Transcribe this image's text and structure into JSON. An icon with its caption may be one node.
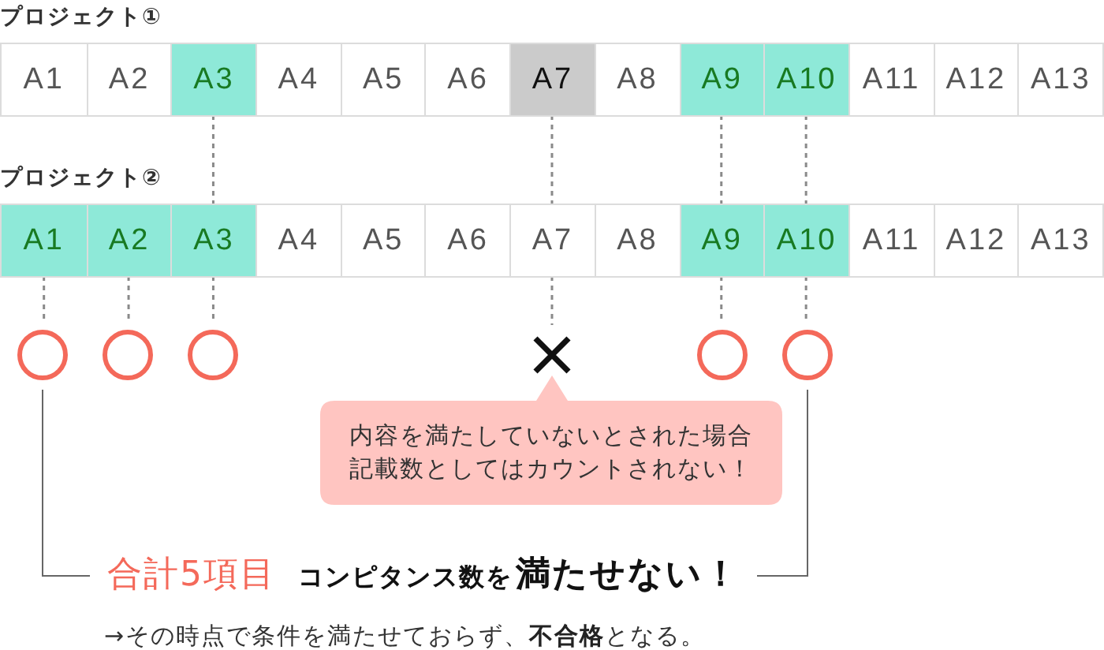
{
  "diagram": {
    "nodes": [
      {
        "text": [
          "プロジェクト①"
        ]
      },
      {
        "text": [
          "A1"
        ],
        "in": 0
      },
      {
        "text": [
          "A2"
        ],
        "in": 0
      },
      {
        "text": [
          "A3"
        ],
        "in": 0
      },
      {
        "text": [
          "A4"
        ],
        "in": 0
      },
      {
        "text": [
          "A5"
        ],
        "in": 0
      },
      {
        "text": [
          "A6"
        ],
        "in": 0
      },
      {
        "text": [
          "A7"
        ],
        "in": 0
      },
      {
        "text": [
          "A8"
        ],
        "in": 0
      },
      {
        "text": [
          "A9"
        ],
        "in": 0
      },
      {
        "text": [
          "A10"
        ],
        "in": 0
      },
      {
        "text": [
          "A11"
        ],
        "in": 0
      },
      {
        "text": [
          "A12"
        ],
        "in": 0
      },
      {
        "text": [
          "A13"
        ],
        "in": 0
      },
      {
        "text": [
          "プロジェクト②"
        ]
      },
      {
        "text": [
          "A1"
        ],
        "in": 14
      },
      {
        "text": [
          "A2"
        ],
        "in": 14
      },
      {
        "text": [
          "A3"
        ],
        "in": 14
      },
      {
        "text": [
          "A4"
        ],
        "in": 14
      },
      {
        "text": [
          "A5"
        ],
        "in": 14
      },
      {
        "text": [
          "A6"
        ],
        "in": 14
      },
      {
        "text": [
          "A7"
        ],
        "in": 14
      },
      {
        "text": [
          "A8"
        ],
        "in": 14
      },
      {
        "text": [
          "A9"
        ],
        "in": 14
      },
      {
        "text": [
          "A10"
        ],
        "in": 14
      },
      {
        "text": [
          "A11"
        ],
        "in": 14
      },
      {
        "text": [
          "A12"
        ],
        "in": 14
      },
      {
        "text": [
          "A13"
        ],
        "in": 14
      },
      {
        "text": [],
        "shape": "circle"
      },
      {
        "text": [],
        "shape": "circle"
      },
      {
        "text": [],
        "shape": "circle"
      },
      {
        "text": [],
        "shape": "cross"
      },
      {
        "text": [],
        "shape": "circle"
      },
      {
        "text": [],
        "shape": "circle"
      },
      {
        "text": [
          "内容を満たしていないとされた場合記載数としてはカウントされない！"
        ]
      },
      {
        "text": [
          "合計5項目",
          "コンピタンス数を",
          "満たせない！"
        ]
      }
    ],
    "edges": [
      {
        "from": 3,
        "to": 17,
        "arrow": "none",
        "style": "dashed"
      },
      {
        "from": 7,
        "to": 21,
        "arrow": "none",
        "style": "dashed"
      },
      {
        "from": 9,
        "to": 23,
        "arrow": "none",
        "style": "dashed"
      },
      {
        "from": 10,
        "to": 24,
        "arrow": "none",
        "style": "dashed"
      },
      {
        "from": 15,
        "to": 28,
        "arrow": "none",
        "style": "dashed"
      },
      {
        "from": 16,
        "to": 29,
        "arrow": "none",
        "style": "dashed"
      },
      {
        "from": 17,
        "to": 30,
        "arrow": "none",
        "style": "dashed"
      },
      {
        "from": 21,
        "to": 31,
        "arrow": "none",
        "style": "dashed"
      },
      {
        "from": 23,
        "to": 32,
        "arrow": "none",
        "style": "dashed"
      },
      {
        "from": 24,
        "to": 33,
        "arrow": "none",
        "style": "dashed"
      },
      {
        "from": 28,
        "to": 35,
        "arrow": "none"
      },
      {
        "from": 33,
        "to": 35,
        "arrow": "none"
      }
    ],
    "labels": [
      "→その時点で条件を満たせておらず、**不合格**となる。"
    ]
  }
}
